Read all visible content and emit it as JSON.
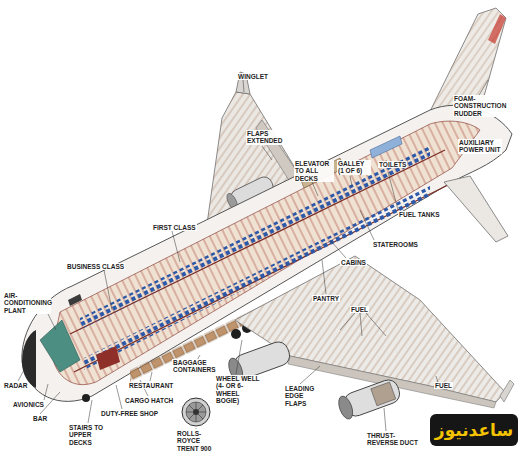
{
  "diagram": {
    "labels": [
      "WINGLET",
      "FLAPS EXTENDED",
      "FOAM-CONSTRUCTION RUDDER",
      "AUXILIARY POWER UNIT",
      "ELEVATOR TO ALL DECKS",
      "GALLEY (1 OF 6)",
      "TOILETS",
      "FUEL TANKS",
      "STATEROOMS",
      "CABINS",
      "FIRST CLASS",
      "BUSINESS CLASS",
      "AIR-CONDITIONING PLANT",
      "PANTRY",
      "FUEL",
      "RADAR",
      "AVIONICS",
      "BAR",
      "STAIRS TO UPPER DECKS",
      "DUTY-FREE SHOP",
      "CARGO HATCH",
      "RESTAURANT",
      "BAGGAGE CONTAINERS",
      "WHEEL WELL (4- OR 6- WHEEL BOGIE)",
      "LEADING EDGE FLAPS",
      "ROLLS-ROYCE TRENT 900",
      "THRUST-REVERSE DUCT",
      "FUEL",
      "ساعدنیوز"
    ]
  }
}
